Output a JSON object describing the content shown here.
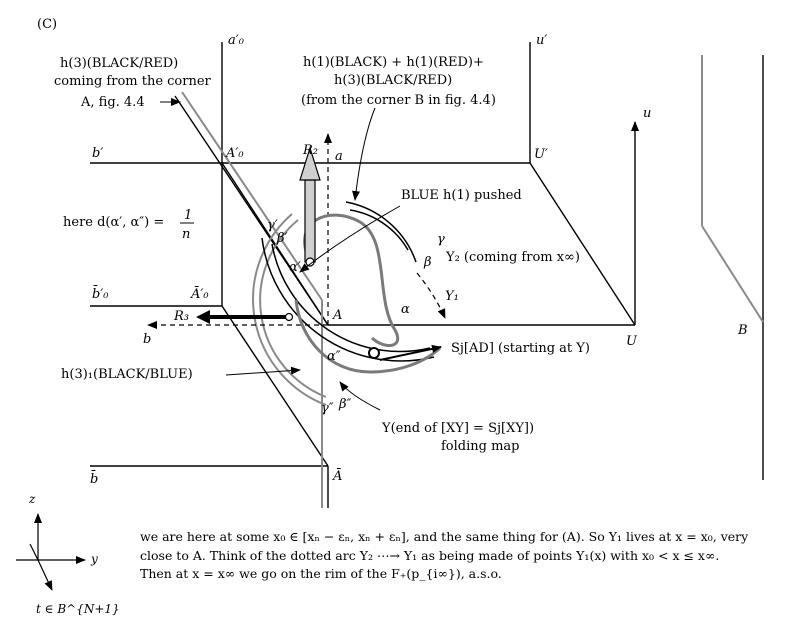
{
  "panel_label": "(C)",
  "labels": {
    "a0_prime": "a′₀",
    "u_prime": "u′",
    "u": "u",
    "b_prime": "b′",
    "A0_prime": "A′₀",
    "R2": "R₂",
    "a": "a",
    "U_prime": "U′",
    "gamma_prime": "γ′",
    "beta_prime": "β′",
    "alpha_prime": "α′",
    "gamma": "γ",
    "beta": "β",
    "alpha": "α",
    "Y1": "Y₁",
    "b0bar_prime": "b̄′₀",
    "A0bar_prime": "Ā′₀",
    "R3": "R₃",
    "b": "b",
    "A": "A",
    "U": "U",
    "alpha_dprime": "α″",
    "gamma_dprime": "γ″",
    "beta_dprime": "β″",
    "bbar": "b̄",
    "Abar": "Ā",
    "B": "B",
    "axis_z": "z",
    "axis_y": "y",
    "axis_t": "t ∈ B^{N+1}"
  },
  "annotations": {
    "h3_line1": "h(3)(BLACK/RED)",
    "h3_line2": "coming from the corner",
    "h3_line3": "A, fig. 4.4",
    "top_line1": "h(1)(BLACK) + h(1)(RED)+",
    "top_line2": "h(3)(BLACK/RED)",
    "top_line3": "(from the corner B in fig. 4.4)",
    "blue_pushed": "BLUE h(1) pushed",
    "here_d": "here d(α′, α″) =",
    "frac_num": "1",
    "frac_den": "n",
    "y2_coming": "Y₂ (coming from x∞)",
    "sj_ad": "Sj[AD] (starting at Y)",
    "h3_sub": "h(3)₁(BLACK/BLUE)",
    "y_end": "Y(end of [XY] = Sj[XY])",
    "folding": "folding map"
  },
  "notes": [
    "we are here at some x₀ ∈ [xₙ − εₙ, xₙ + εₙ], and the same thing for (A). So Y₁ lives at x = x₀, very",
    "close to A. Think of the dotted arc Y₂ ⋯→ Y₁ as being made of points Y₁(x) with x₀ < x ≤ x∞.",
    "Then at x = x∞ we go on the rim of the F₊(p_{i∞}), a.s.o."
  ],
  "colors": {
    "black": "#000000",
    "gray": "#8a8a8a",
    "light_gray": "#d0d0d0"
  }
}
